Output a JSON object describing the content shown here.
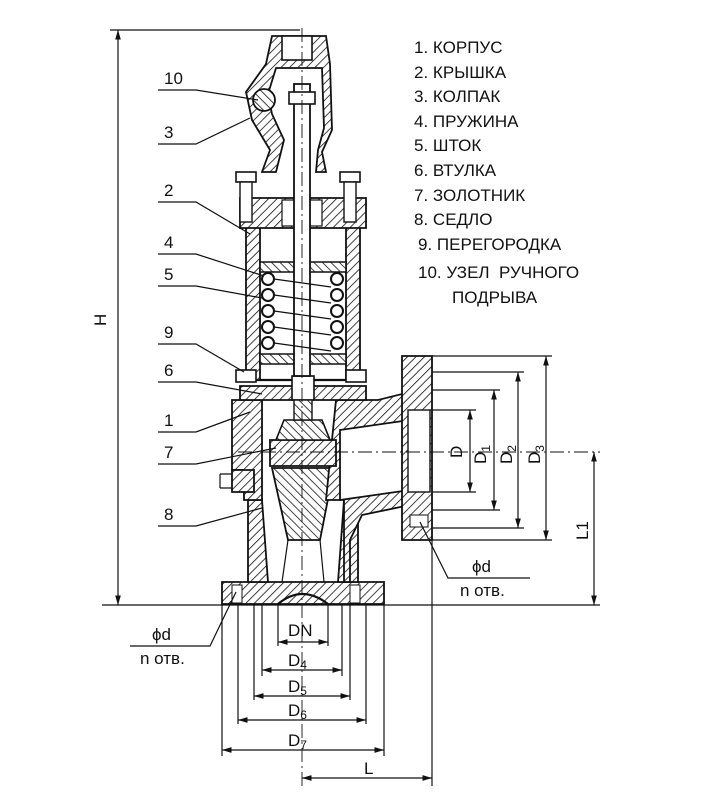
{
  "legend": [
    {
      "num": "1.",
      "name": "КОРПУС"
    },
    {
      "num": "2.",
      "name": "КРЫШКА"
    },
    {
      "num": "3.",
      "name": "КОЛПАК"
    },
    {
      "num": "4.",
      "name": "ПРУЖИНА"
    },
    {
      "num": "5.",
      "name": "ШТОК"
    },
    {
      "num": "6.",
      "name": "ВТУЛКА"
    },
    {
      "num": "7.",
      "name": "ЗОЛОТНИК"
    },
    {
      "num": "8.",
      "name": "СЕДЛО"
    },
    {
      "num": "9.",
      "name": "ПЕРЕГОРОДКА"
    },
    {
      "num": "10.",
      "name": "УЗЕЛ  РУЧНОГО"
    }
  ],
  "legend_cont": "ПОДРЫВА",
  "callouts": [
    "10",
    "3",
    "2",
    "4",
    "5",
    "9",
    "6",
    "1",
    "7",
    "8"
  ],
  "dims": {
    "H": "H",
    "D": "D",
    "D1": "D",
    "D1s": "1",
    "D2": "D",
    "D2s": "2",
    "D3": "D",
    "D3s": "3",
    "L1": "L1",
    "phid_r": "ϕd",
    "notv_r": "n отв.",
    "phid_l": "ϕd",
    "notv_l": "n отв.",
    "DN": "DN",
    "D4": "D",
    "D4s": "4",
    "D5": "D",
    "D5s": "5",
    "D6": "D",
    "D6s": "6",
    "D7": "D",
    "D7s": "7",
    "L": "L"
  }
}
